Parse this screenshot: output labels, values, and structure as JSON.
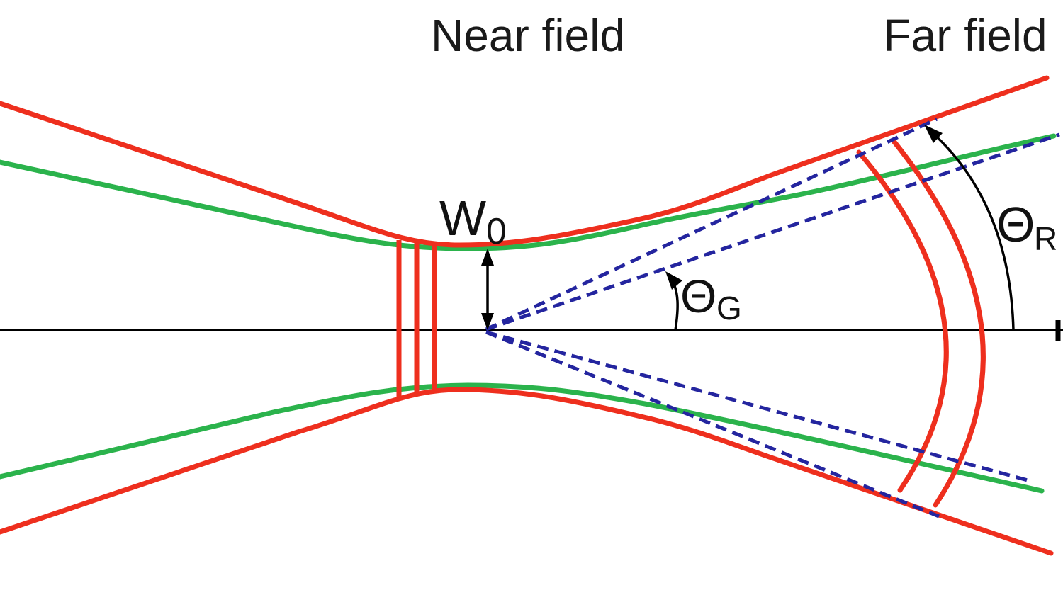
{
  "diagram": {
    "near_field_label": "Near field",
    "far_field_label": "Far field",
    "labels": {
      "waist_symbol": "W",
      "waist_subscript": "0",
      "theta_symbol": "Θ",
      "gaussian_subscript": "G",
      "real_subscript": "R"
    },
    "colors": {
      "real_beam": "#ee2f1e",
      "gaussian_beam": "#2bb34c",
      "asymptote": "#24259f",
      "ink": "#000000"
    }
  }
}
